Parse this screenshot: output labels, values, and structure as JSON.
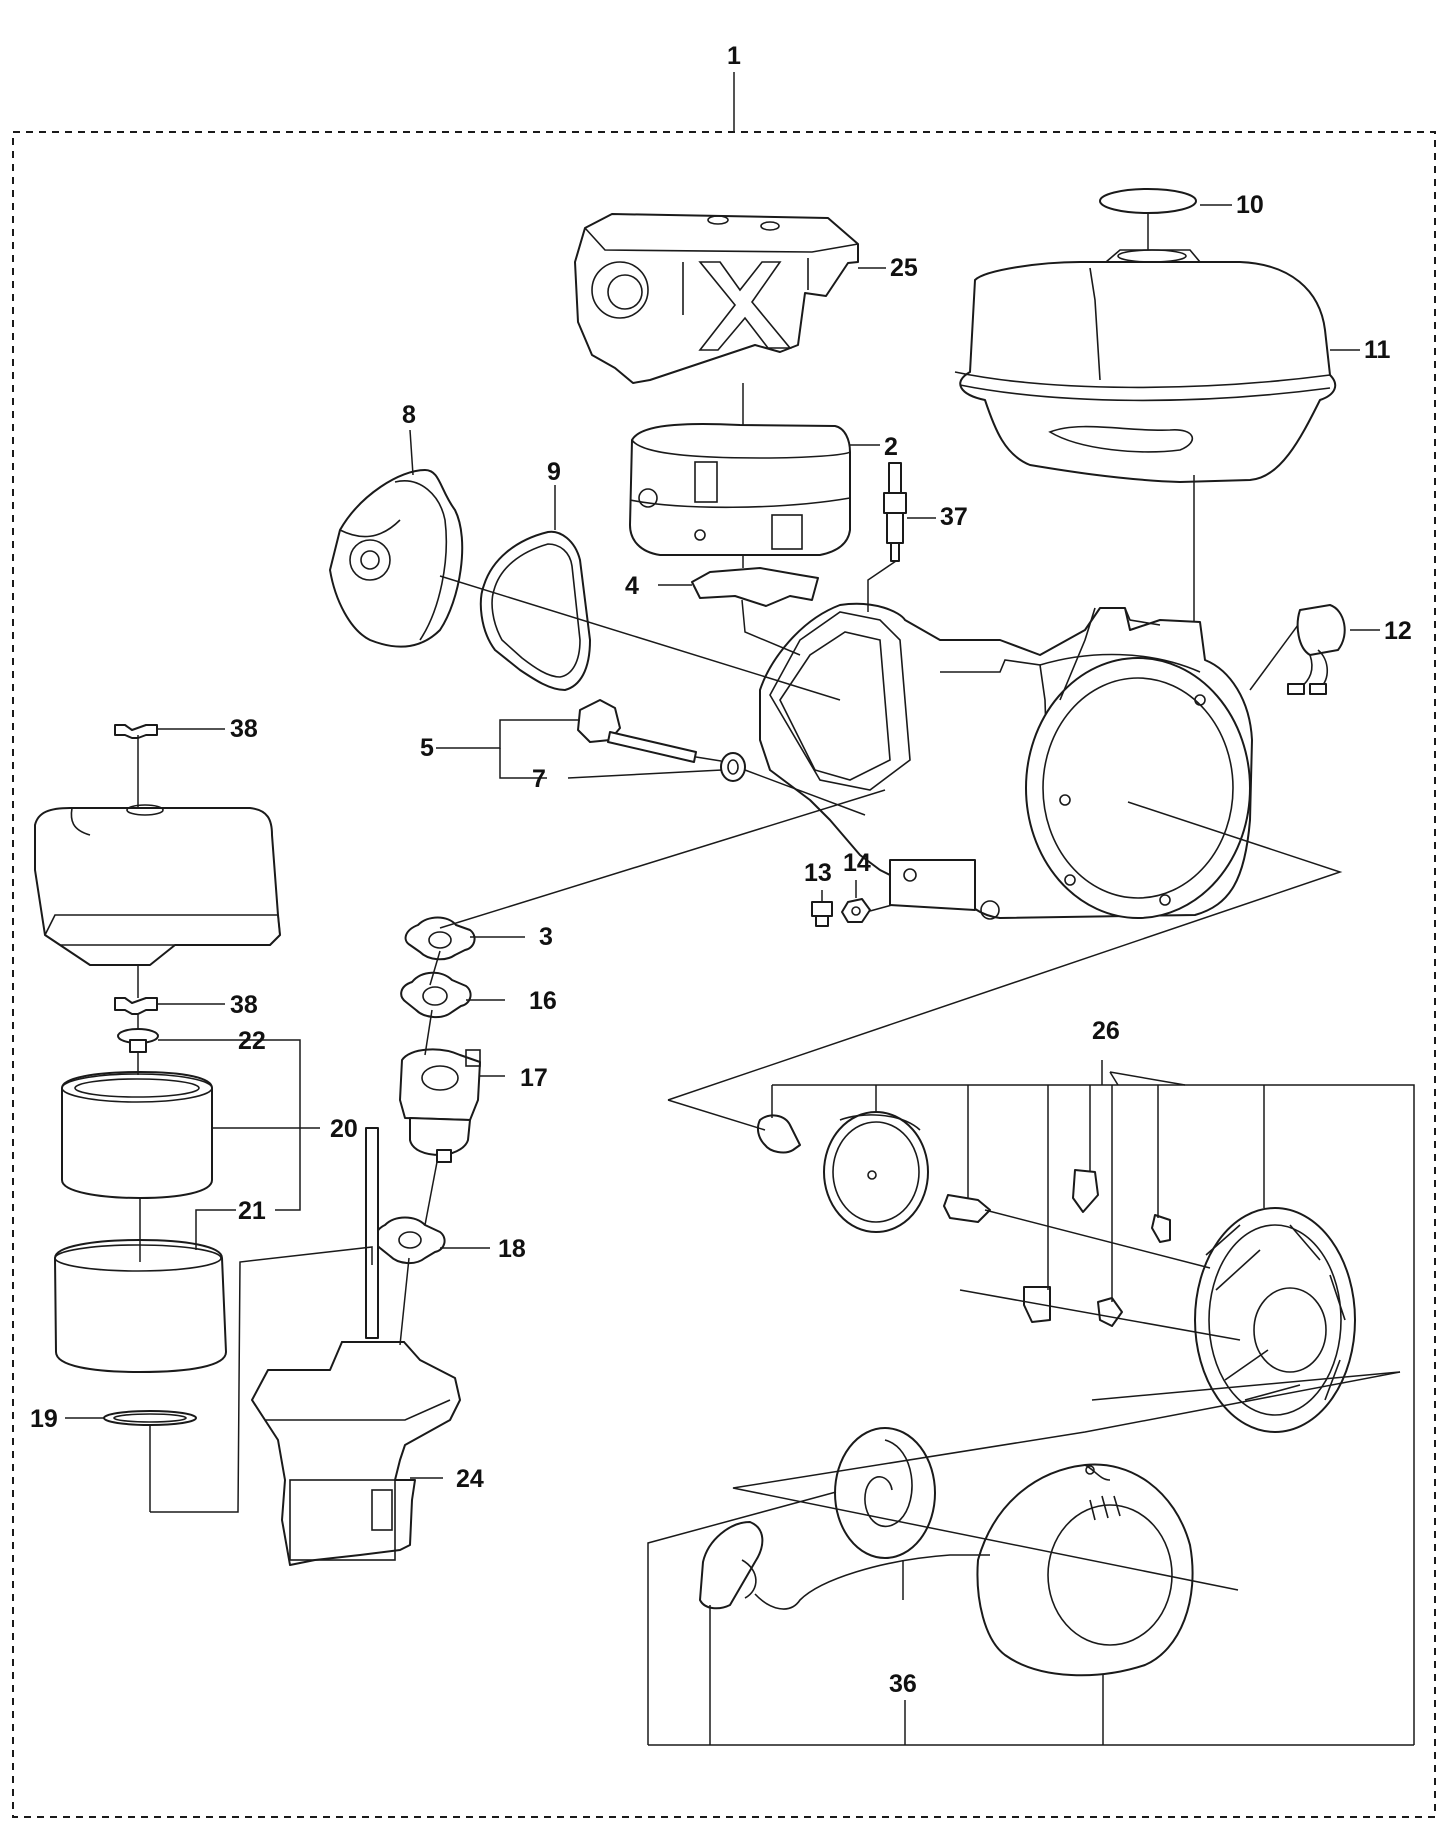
{
  "diagram": {
    "callouts": {
      "c1": "1",
      "c2": "2",
      "c3": "3",
      "c4": "4",
      "c5": "5",
      "c7": "7",
      "c8": "8",
      "c9": "9",
      "c10": "10",
      "c11": "11",
      "c12": "12",
      "c13": "13",
      "c14": "14",
      "c16": "16",
      "c17": "17",
      "c18": "18",
      "c19": "19",
      "c20": "20",
      "c21": "21",
      "c22": "22",
      "c24": "24",
      "c25": "25",
      "c26": "26",
      "c36": "36",
      "c37": "37",
      "c38a": "38",
      "c38b": "38"
    },
    "parts": {
      "c1": "engine-assembly-frame",
      "c2": "muffler",
      "c3": "gasket",
      "c4": "muffler-gasket",
      "c5": "oil-dipstick",
      "c7": "o-ring",
      "c8": "valve-cover",
      "c9": "valve-cover-gasket",
      "c10": "fuel-cap",
      "c11": "fuel-tank",
      "c12": "oil-sensor",
      "c13": "bolt",
      "c14": "nut",
      "c16": "insulator",
      "c17": "carburetor",
      "c18": "gasket",
      "c19": "seal-ring",
      "c20": "air-filter-element",
      "c21": "pre-filter",
      "c22": "wing-nut",
      "c24": "air-cleaner-base",
      "c25": "muffler-guard",
      "c26": "starter-cup-assembly",
      "c36": "recoil-starter-assembly",
      "c37": "spark-plug",
      "c38": "wing-bolt"
    }
  }
}
